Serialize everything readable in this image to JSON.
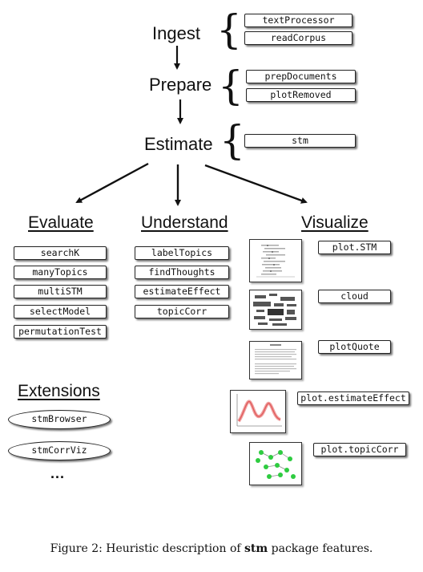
{
  "stages": {
    "ingest": {
      "label": "Ingest",
      "functions": [
        "textProcessor",
        "readCorpus"
      ]
    },
    "prepare": {
      "label": "Prepare",
      "functions": [
        "prepDocuments",
        "plotRemoved"
      ]
    },
    "estimate": {
      "label": "Estimate",
      "functions": [
        "stm"
      ]
    }
  },
  "columns": {
    "evaluate": {
      "label": "Evaluate",
      "functions": [
        "searchK",
        "manyTopics",
        "multiSTM",
        "selectModel",
        "permutationTest"
      ]
    },
    "understand": {
      "label": "Understand",
      "functions": [
        "labelTopics",
        "findThoughts",
        "estimateEffect",
        "topicCorr"
      ]
    },
    "visualize": {
      "label": "Visualize",
      "functions": [
        "plot.STM",
        "cloud",
        "plotQuote",
        "plot.estimateEffect",
        "plot.topicCorr"
      ]
    }
  },
  "extensions": {
    "label": "Extensions",
    "items": [
      "stmBrowser",
      "stmCorrViz"
    ],
    "more": "..."
  },
  "caption": {
    "prefix": "Figure 2:  Heuristic description of ",
    "bold": "stm",
    "suffix": " package features."
  }
}
